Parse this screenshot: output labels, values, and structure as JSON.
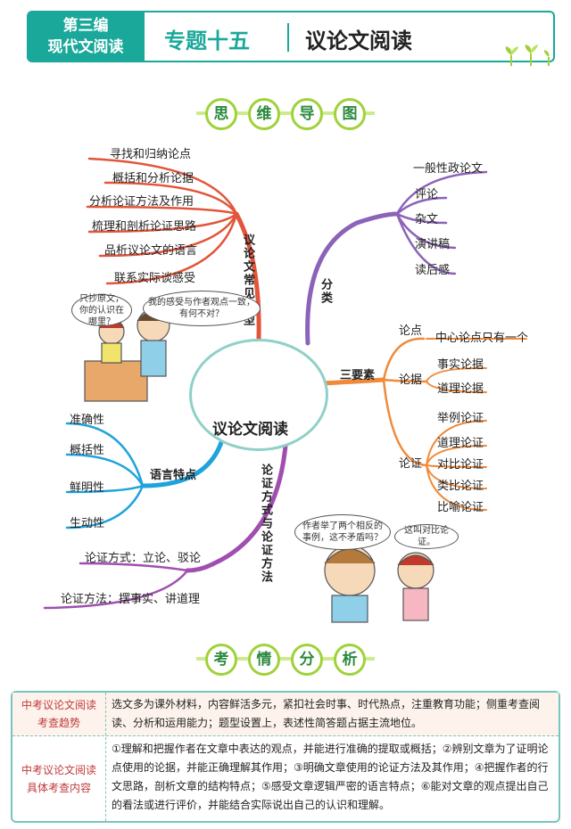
{
  "header": {
    "chapter_line1": "第三编",
    "chapter_line2": "现代文阅读",
    "topic_number": "专题十五",
    "topic_title": "议论文阅读"
  },
  "mindmap": {
    "section_title": [
      "思",
      "维",
      "导",
      "图"
    ],
    "center": "议论文阅读",
    "branches": {
      "question_types": {
        "label": "议论文常见题型",
        "items": [
          "寻找和归纳论点",
          "概括和分析论据",
          "分析论证方法及作用",
          "梳理和剖析论证思路",
          "品析议论文的语言",
          "联系实际谈感受"
        ]
      },
      "categories": {
        "label": "分类",
        "items": [
          "一般性政论文",
          "评论",
          "杂文",
          "演讲稿",
          "读后感"
        ]
      },
      "three_elements": {
        "label": "三要素",
        "argument": {
          "label": "论点",
          "items": [
            "中心论点只有一个"
          ]
        },
        "evidence": {
          "label": "论据",
          "items": [
            "事实论据",
            "道理论据"
          ]
        },
        "proof": {
          "label": "论证",
          "items": [
            "举例论证",
            "道理论证",
            "对比论证",
            "类比论证",
            "比喻论证"
          ]
        }
      },
      "language": {
        "label": "语言特点",
        "items": [
          "准确性",
          "概括性",
          "鲜明性",
          "生动性"
        ]
      },
      "methods": {
        "label": "论证方式与论证方法",
        "items": [
          "论证方式：立论、驳论",
          "论证方法：摆事实、讲道理"
        ]
      }
    },
    "speech": {
      "left_small": "只抄原文，你的认识在哪里？",
      "left_big": "我的感受与作者观点一致，有何不对？",
      "right_big": "作者举了两个相反的事例，这不矛盾吗？",
      "right_small": "这叫对比论证。"
    },
    "colors": {
      "red": "#e2553a",
      "purple": "#8b63b8",
      "orange": "#f08a3a",
      "blue": "#1fa3dc",
      "violet": "#a04fb0"
    }
  },
  "analysis": {
    "section_title": [
      "考",
      "情",
      "分",
      "析"
    ],
    "rows": [
      {
        "head_line1": "中考议论文阅读",
        "head_line2": "考查趋势",
        "body": "选文多为课外材料，内容鲜活多元，紧扣社会时事、时代热点，注重教育功能；侧重考查阅读、分析和运用能力；题型设置上，表述性简答题占据主流地位。"
      },
      {
        "head_line1": "中考议论文阅读",
        "head_line2": "具体考查内容",
        "body": "①理解和把握作者在文章中表达的观点，并能进行准确的提取或概括；②辨别文章为了证明论点使用的论据，并能正确理解其作用；③明确文章使用的论证方法及其作用；④把握作者的行文思路，剖析文章的结构特点；⑤感受文章逻辑严密的语言特点；⑥能对文章的观点提出自己的看法或进行评价，并能结合实际说出自己的认识和理解。"
      }
    ]
  }
}
